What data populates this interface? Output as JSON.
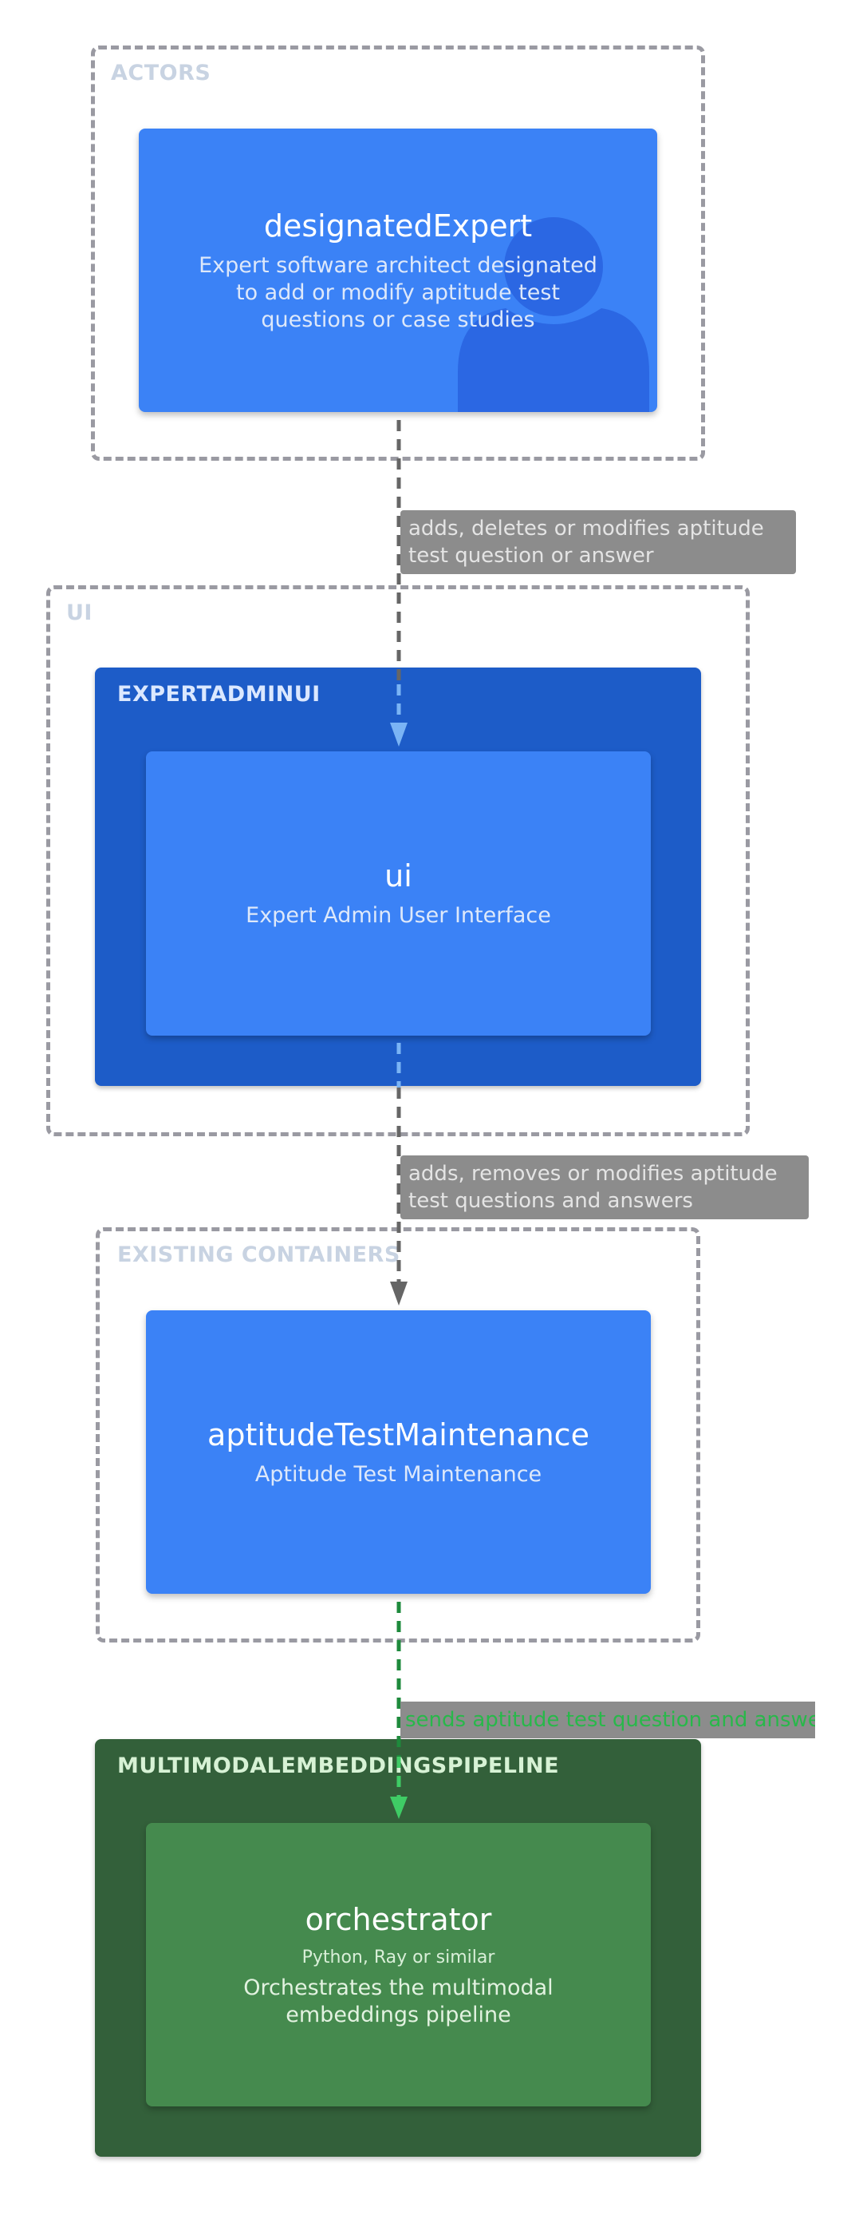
{
  "groups": {
    "actors": "ACTORS",
    "ui": "UI",
    "expert_admin_ui": "EXPERTADMINUI",
    "existing_containers": "EXISTING CONTAINERS",
    "pipeline": "MULTIMODALEMBEDDINGSPIPELINE"
  },
  "nodes": {
    "designated_expert": {
      "title": "designatedExpert",
      "description": "Expert software architect designated to add or modify aptitude test questions or case studies",
      "icon": "person-icon"
    },
    "ui": {
      "title": "ui",
      "description": "Expert Admin User Interface"
    },
    "aptitude": {
      "title": "aptitudeTestMaintenance",
      "description": "Aptitude Test Maintenance"
    },
    "orchestrator": {
      "title": "orchestrator",
      "technology": "Python, Ray or similar",
      "description": "Orchestrates the multimodal embeddings pipeline"
    }
  },
  "edges": {
    "expert_to_ui": "adds, deletes or modifies aptitude test question or answer",
    "ui_to_aptitude": "adds, removes or modifies aptitude test questions and answers",
    "aptitude_to_orchestrator": "sends aptitude test question and answer"
  },
  "colors": {
    "person_box": "#3b82f6",
    "container_box": "#3b82f6",
    "ui_group": "#1d5cc8",
    "pipeline_group": "#33603a",
    "orchestrator_box": "#458a4e",
    "edge_gray": "#666666",
    "edge_blue": "#7ab4f5",
    "edge_green": "#1e8a3c"
  }
}
